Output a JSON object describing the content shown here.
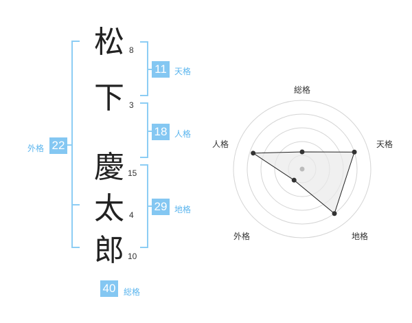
{
  "name": [
    {
      "char": "松",
      "strokes": "8"
    },
    {
      "char": "下",
      "strokes": "3"
    },
    {
      "char": "慶",
      "strokes": "15"
    },
    {
      "char": "太",
      "strokes": "4"
    },
    {
      "char": "郎",
      "strokes": "10"
    }
  ],
  "kaku": {
    "ten": {
      "value": "11",
      "label": "天格"
    },
    "jin": {
      "value": "18",
      "label": "人格"
    },
    "chi": {
      "value": "29",
      "label": "地格"
    },
    "gai": {
      "value": "22",
      "label": "外格"
    },
    "sou": {
      "value": "40",
      "label": "総格"
    }
  },
  "radar": {
    "labels": {
      "top": "総格",
      "right_upper": "天格",
      "right_lower": "地格",
      "left_lower": "外格",
      "left_upper": "人格"
    },
    "values": {
      "sou": 0.25,
      "ten": 0.8,
      "chi": 0.8,
      "gai": 0.2,
      "jin": 0.75
    },
    "colors": {
      "ring": "#d4d4d4",
      "fill": "#e9e9e9",
      "line": "#222222",
      "point": "#333333",
      "center": "#bbbbbb"
    }
  },
  "colors": {
    "accent": "#84c7f2",
    "bracket": "#8ccdf4",
    "label": "#5bb5ee"
  }
}
